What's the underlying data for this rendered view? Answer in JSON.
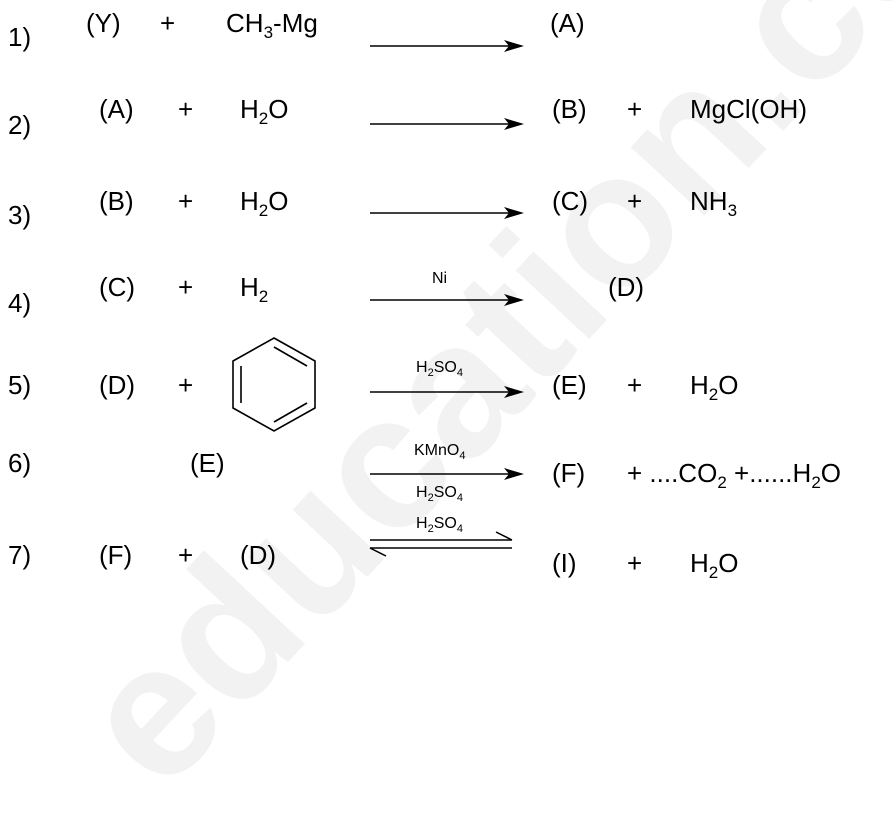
{
  "watermark": "education.com",
  "reactions": [
    {
      "num": "1)",
      "r1": "(Y)",
      "plus1": "+",
      "r2_main": "CH",
      "r2_sub": "3",
      "r2_tail": "-Mg",
      "p1": "(A)"
    },
    {
      "num": "2)",
      "r1": "(A)",
      "plus1": "+",
      "r2_main": "H",
      "r2_sub": "2",
      "r2_tail": "O",
      "p1": "(B)",
      "plus2": "+",
      "p2": "MgCl(OH)"
    },
    {
      "num": "3)",
      "r1": "(B)",
      "plus1": "+",
      "r2_main": "H",
      "r2_sub": "2",
      "r2_tail": "O",
      "p1": "(C)",
      "plus2": "+",
      "p2_main": "NH",
      "p2_sub": "3"
    },
    {
      "num": "4)",
      "r1": "(C)",
      "plus1": "+",
      "r2_main": "H",
      "r2_sub": "2",
      "cond_above": "Ni",
      "p1": "(D)"
    },
    {
      "num": "5)",
      "r1": "(D)",
      "plus1": "+",
      "r2_icon": "benzene-ring",
      "cond_above_main": "H",
      "cond_above_sub": "2",
      "cond_above_main2": "SO",
      "cond_above_sub2": "4",
      "p1": "(E)",
      "plus2": "+",
      "p2_main": "H",
      "p2_sub": "2",
      "p2_tail": "O"
    },
    {
      "num": "6)",
      "r1": "(E)",
      "cond_above_main": "KMnO",
      "cond_above_sub": "4",
      "cond_below_main": "H",
      "cond_below_sub": "2",
      "cond_below_main2": "SO",
      "cond_below_sub2": "4",
      "p1": "(F)",
      "plus2": "+ ....CO",
      "plus2_sub": "2",
      "plus3": " +......H",
      "plus3_sub": "2",
      "plus3_tail": "O"
    },
    {
      "num": "7)",
      "r1": "(F)",
      "plus1": "+",
      "r2": "(D)",
      "cond_above_main": "H",
      "cond_above_sub": "2",
      "cond_above_main2": "SO",
      "cond_above_sub2": "4",
      "p1": "(I)",
      "plus2": "+",
      "p2_main": "H",
      "p2_sub": "2",
      "p2_tail": "O"
    }
  ]
}
